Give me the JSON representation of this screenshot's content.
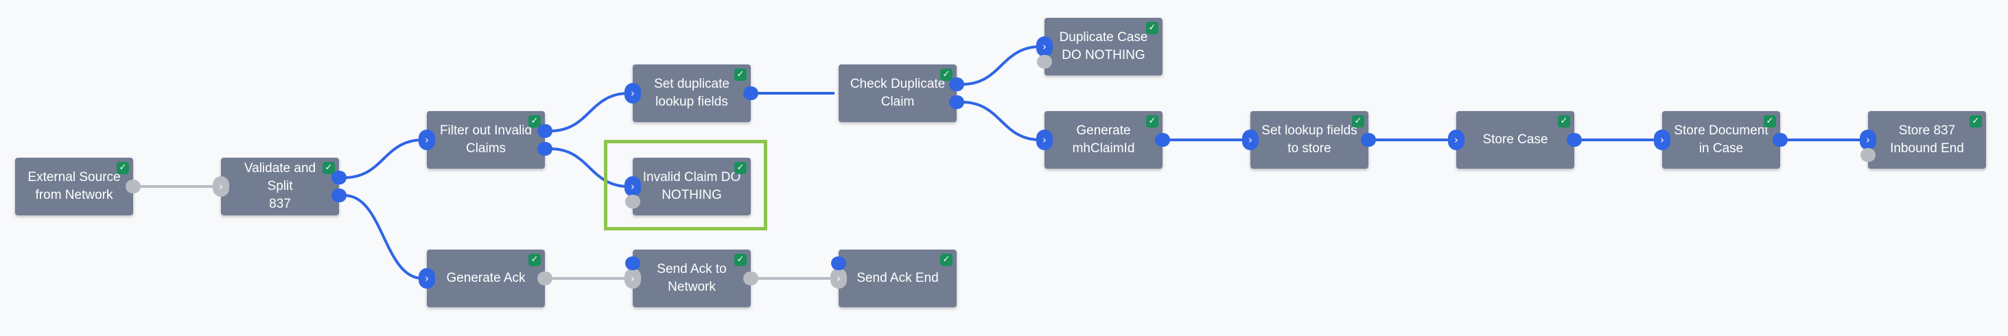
{
  "nodes": [
    {
      "id": "n1",
      "label": "External Source\nfrom Network",
      "in_port": "none",
      "out_ports": [
        "gray"
      ]
    },
    {
      "id": "n2",
      "label": "Validate and Split\n837",
      "in_port": "gray",
      "out_ports": [
        "blue",
        "blue"
      ]
    },
    {
      "id": "n3",
      "label": "Filter out Invalid\nClaims",
      "in_port": "blue",
      "out_ports": [
        "blue",
        "blue"
      ]
    },
    {
      "id": "n4",
      "label": "Generate Ack",
      "in_port": "blue",
      "out_ports": [
        "gray"
      ]
    },
    {
      "id": "n5",
      "label": "Set duplicate\nlookup fields",
      "in_port": "blue",
      "out_ports": [
        "blue"
      ]
    },
    {
      "id": "n6",
      "label": "Invalid Claim DO\nNOTHING",
      "in_port": "blue",
      "out_ports": [
        "gray"
      ]
    },
    {
      "id": "n7",
      "label": "Send Ack to\nNetwork",
      "in_port": "gray",
      "out_ports": [
        "gray"
      ],
      "top_port": "blue"
    },
    {
      "id": "n8",
      "label": "Check Duplicate\nClaim",
      "in_port": "none",
      "out_ports": [
        "blue",
        "blue"
      ]
    },
    {
      "id": "n9",
      "label": "Send Ack End",
      "in_port": "gray",
      "out_ports": [],
      "top_port": "blue"
    },
    {
      "id": "n10",
      "label": "Duplicate Case\nDO NOTHING",
      "in_port": "blue",
      "out_ports": [
        "gray"
      ]
    },
    {
      "id": "n11",
      "label": "Generate\nmhClaimId",
      "in_port": "blue",
      "out_ports": [
        "blue"
      ]
    },
    {
      "id": "n12",
      "label": "Set lookup fields\nto store",
      "in_port": "blue",
      "out_ports": [
        "blue"
      ]
    },
    {
      "id": "n13",
      "label": "Store Case",
      "in_port": "blue",
      "out_ports": [
        "blue"
      ]
    },
    {
      "id": "n14",
      "label": "Store Document\nin Case",
      "in_port": "blue",
      "out_ports": [
        "blue"
      ]
    },
    {
      "id": "n15",
      "label": "Store 837\nInbound End",
      "in_port": "blue",
      "out_ports": [
        "gray"
      ]
    }
  ],
  "edges": [
    {
      "from": "n1",
      "to": "n2",
      "color": "gray"
    },
    {
      "from": "n2",
      "to": "n3",
      "color": "blue"
    },
    {
      "from": "n2",
      "to": "n4",
      "color": "blue"
    },
    {
      "from": "n3",
      "to": "n5",
      "color": "blue"
    },
    {
      "from": "n3",
      "to": "n6",
      "color": "blue"
    },
    {
      "from": "n4",
      "to": "n7",
      "color": "gray"
    },
    {
      "from": "n7",
      "to": "n9",
      "color": "gray"
    },
    {
      "from": "n5",
      "to": "n8",
      "color": "blue"
    },
    {
      "from": "n8",
      "to": "n10",
      "color": "blue"
    },
    {
      "from": "n8",
      "to": "n11",
      "color": "blue"
    },
    {
      "from": "n11",
      "to": "n12",
      "color": "blue"
    },
    {
      "from": "n12",
      "to": "n13",
      "color": "blue"
    },
    {
      "from": "n13",
      "to": "n14",
      "color": "blue"
    },
    {
      "from": "n14",
      "to": "n15",
      "color": "blue"
    }
  ],
  "selected_node": "n6",
  "status_icon": "check-icon",
  "colors": {
    "node": "#727d92",
    "blue": "#3065e4",
    "gray": "#b8bcc2",
    "check": "#1a8f5a",
    "selection": "#8dc44d",
    "background": "#f8f9fb"
  }
}
